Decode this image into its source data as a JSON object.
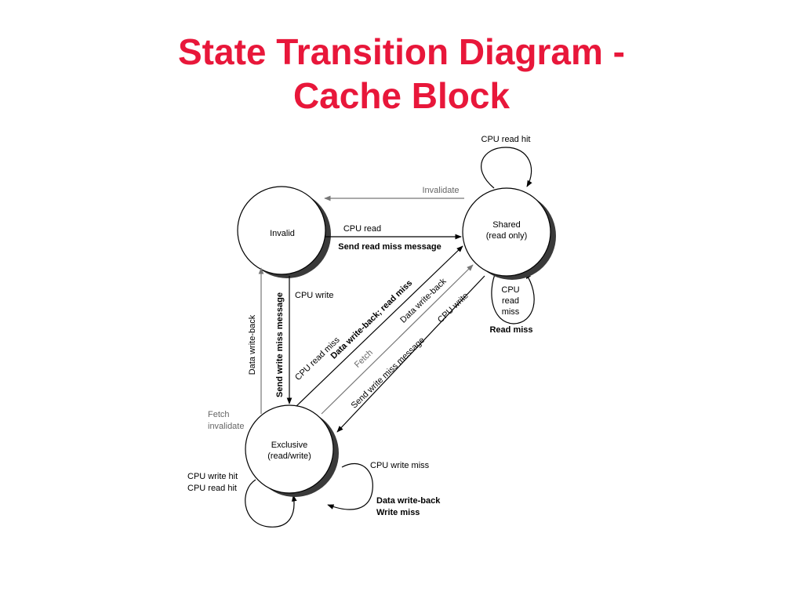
{
  "slide": {
    "title_line1": "State Transition Diagram -",
    "title_line2": "Cache Block",
    "title_color": "#e8173a"
  },
  "states": {
    "invalid": "Invalid",
    "shared": [
      "Shared",
      "(read only)"
    ],
    "exclusive": [
      "Exclusive",
      "(read/write)"
    ]
  },
  "labels": {
    "cpu_read_hit": "CPU read hit",
    "invalidate": "Invalidate",
    "cpu_read": "CPU read",
    "send_read_miss": "Send read miss message",
    "cpu_read_miss_shared": [
      "CPU",
      "read",
      "miss"
    ],
    "read_miss": "Read miss",
    "cpu_write": "CPU write",
    "send_write_miss": "Send write miss message",
    "data_write_back": "Data write-back",
    "cpu_read_miss": "CPU read miss",
    "data_write_back_read_miss": "Data write-back; read miss",
    "fetch": "Fetch",
    "data_write_back_2": "Data write-back",
    "cpu_write_2": "CPU write",
    "send_write_miss_2": "Send write miss message",
    "fetch_invalidate": [
      "Fetch",
      "invalidate"
    ],
    "cpu_write_miss": "CPU write miss",
    "dwb_write_miss": [
      "Data write-back",
      "Write miss"
    ],
    "cpu_hits": [
      "CPU write hit",
      "CPU read hit"
    ]
  }
}
